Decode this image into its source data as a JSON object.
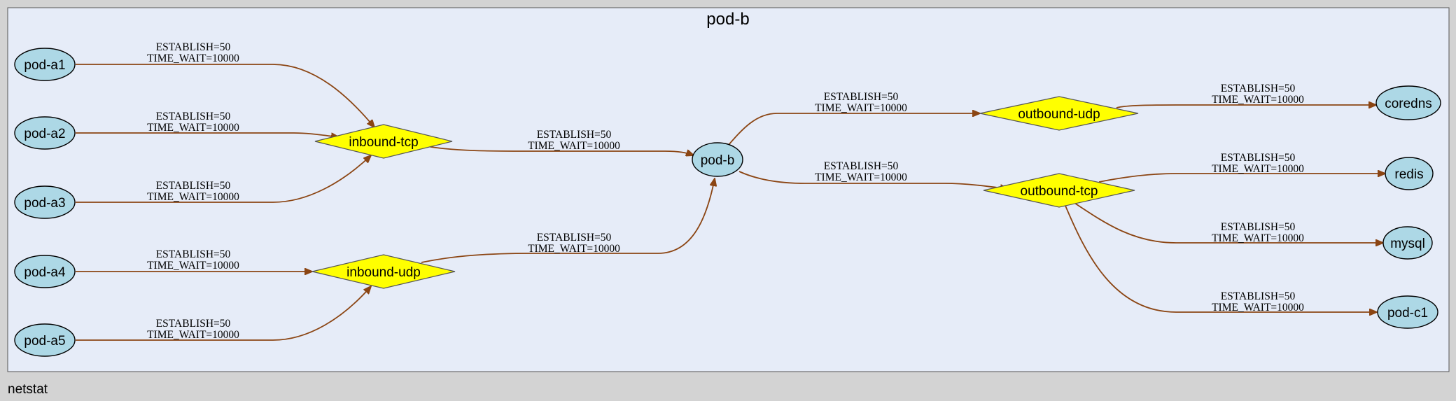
{
  "graph": {
    "label": "netstat"
  },
  "cluster": {
    "title": "pod-b"
  },
  "nodes": {
    "pod_a1": "pod-a1",
    "pod_a2": "pod-a2",
    "pod_a3": "pod-a3",
    "pod_a4": "pod-a4",
    "pod_a5": "pod-a5",
    "inbound_tcp": "inbound-tcp",
    "inbound_udp": "inbound-udp",
    "pod_b": "pod-b",
    "outbound_udp": "outbound-udp",
    "outbound_tcp": "outbound-tcp",
    "coredns": "coredns",
    "redis": "redis",
    "mysql": "mysql",
    "pod_c1": "pod-c1"
  },
  "edges": {
    "a1_itcp": {
      "l1": "ESTABLISH=50",
      "l2": "TIME_WAIT=10000"
    },
    "a2_itcp": {
      "l1": "ESTABLISH=50",
      "l2": "TIME_WAIT=10000"
    },
    "a3_itcp": {
      "l1": "ESTABLISH=50",
      "l2": "TIME_WAIT=10000"
    },
    "a4_iudp": {
      "l1": "ESTABLISH=50",
      "l2": "TIME_WAIT=10000"
    },
    "a5_iudp": {
      "l1": "ESTABLISH=50",
      "l2": "TIME_WAIT=10000"
    },
    "itcp_b": {
      "l1": "ESTABLISH=50",
      "l2": "TIME_WAIT=10000"
    },
    "iudp_b": {
      "l1": "ESTABLISH=50",
      "l2": "TIME_WAIT=10000"
    },
    "b_oudp": {
      "l1": "ESTABLISH=50",
      "l2": "TIME_WAIT=10000"
    },
    "b_otcp": {
      "l1": "ESTABLISH=50",
      "l2": "TIME_WAIT=10000"
    },
    "oudp_coredns": {
      "l1": "ESTABLISH=50",
      "l2": "TIME_WAIT=10000"
    },
    "otcp_redis": {
      "l1": "ESTABLISH=50",
      "l2": "TIME_WAIT=10000"
    },
    "otcp_mysql": {
      "l1": "ESTABLISH=50",
      "l2": "TIME_WAIT=10000"
    },
    "otcp_podc1": {
      "l1": "ESTABLISH=50",
      "l2": "TIME_WAIT=10000"
    }
  },
  "colors": {
    "background": "#d3d3d3",
    "cluster_fill": "#e6ecf8",
    "pod_fill": "#add8e6",
    "gateway_fill": "#ffff00",
    "edge": "#8b4513"
  }
}
